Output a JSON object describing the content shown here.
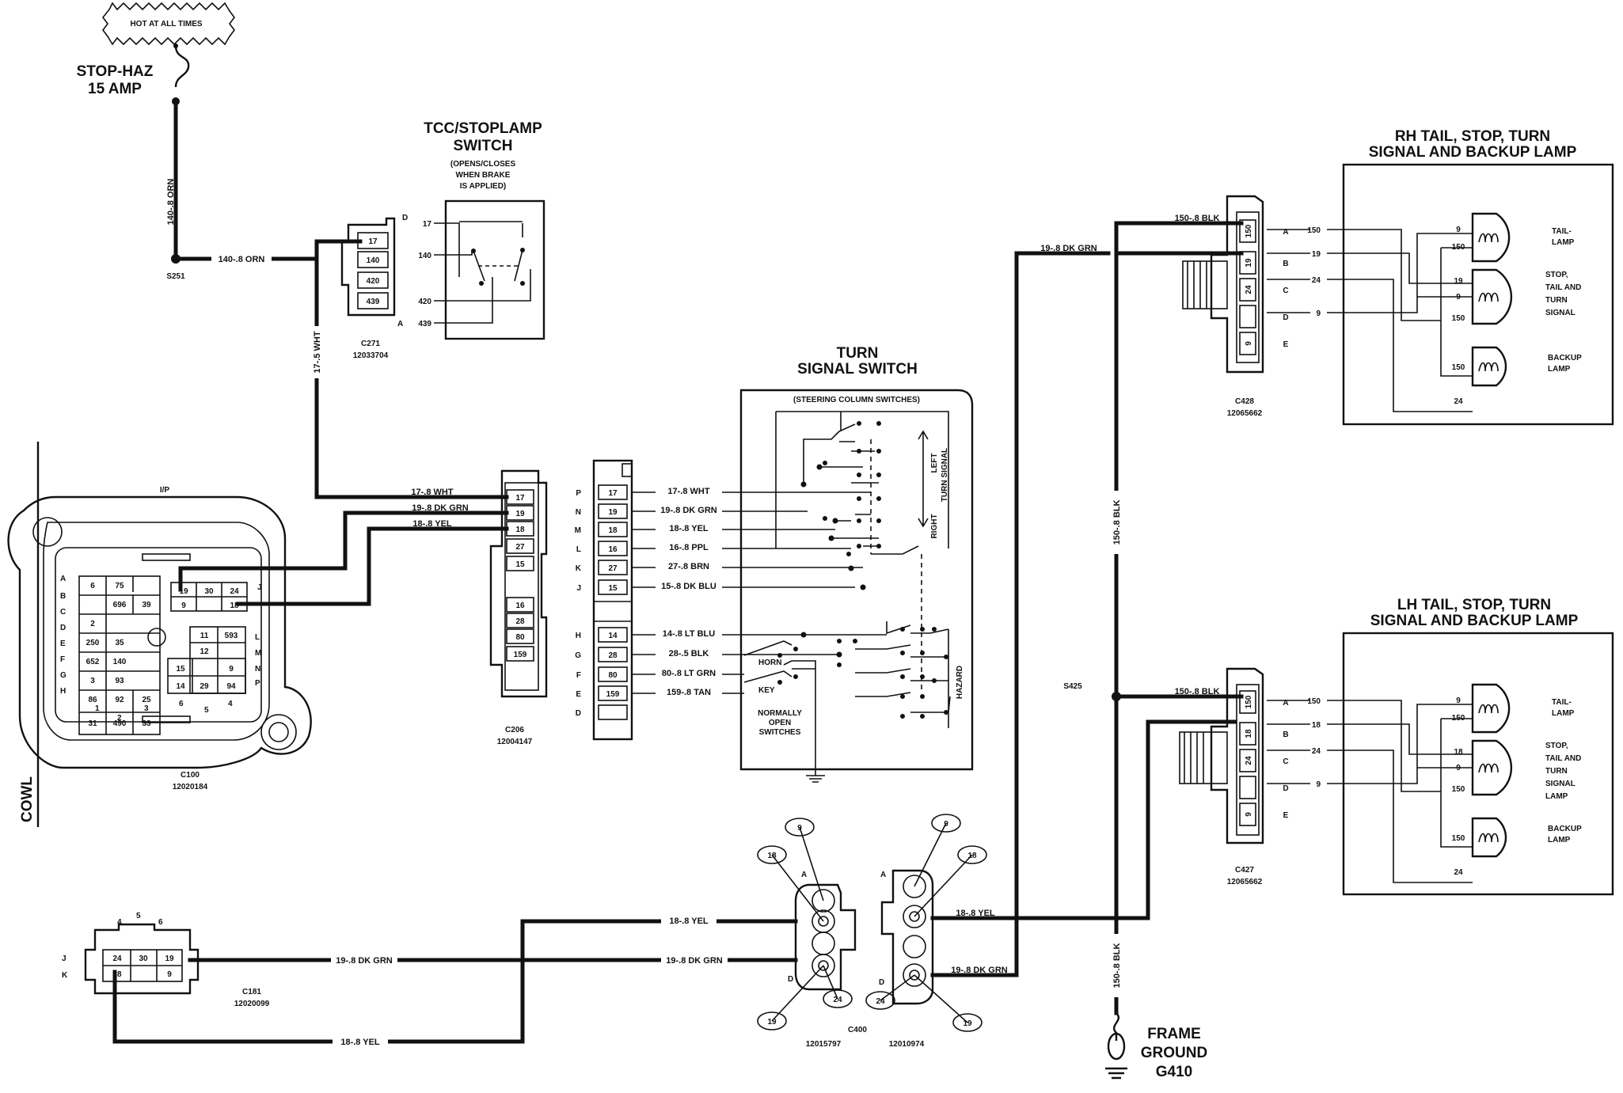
{
  "hot_at_all_times": "HOT AT ALL TIMES",
  "fuse": {
    "name": "STOP-HAZ",
    "rating": "15 AMP"
  },
  "splices": {
    "s251": "S251",
    "s425": "S425"
  },
  "wires": {
    "w140_orn": "140-.8 ORN",
    "w17_wht_vert": "17-.5 WHT",
    "w17_wht": "17-.8 WHT",
    "w19_dkgrn": "19-.8 DK GRN",
    "w18_yel": "18-.8 YEL",
    "w16_ppl": "16-.8 PPL",
    "w27_brn": "27-.8 BRN",
    "w15_dkblu": "15-.8 DK BLU",
    "w14_ltblu": "14-.8 LT BLU",
    "w28_blk": "28-.5 BLK",
    "w80_ltgrn": "80-.8 LT GRN",
    "w159_tan": "159-.8 TAN",
    "w150_blk": "150-.8 BLK"
  },
  "tcc_switch": {
    "title1": "TCC/STOPLAMP",
    "title2": "SWITCH",
    "note1": "(OPENS/CLOSES",
    "note2": "WHEN BRAKE",
    "note3": "IS APPLIED)",
    "pins": [
      "17",
      "140",
      "420",
      "439"
    ],
    "letter_top": "D",
    "letter_bottom": "A"
  },
  "c271": {
    "name": "C271",
    "part": "12033704"
  },
  "c206": {
    "name": "C206",
    "part": "12004147",
    "pins": [
      "17",
      "19",
      "18",
      "27",
      "15",
      "16",
      "28",
      "80",
      "159"
    ]
  },
  "ip": {
    "label": "I/P",
    "cowl": "COWL"
  },
  "c100": {
    "name": "C100",
    "part": "12020184",
    "rows": [
      "A",
      "B",
      "C",
      "D",
      "E",
      "F",
      "G",
      "H"
    ],
    "right_letters": [
      "J",
      "L",
      "M",
      "N",
      "P"
    ],
    "bottom_numbers": [
      "1",
      "2",
      "3",
      "6",
      "5",
      "4"
    ],
    "left_cells": [
      [
        "6",
        "75",
        ""
      ],
      [
        "",
        "696",
        "39"
      ],
      [
        "2",
        "",
        ""
      ],
      [
        "250",
        "35",
        ""
      ],
      [
        "652",
        "140",
        ""
      ],
      [
        "3",
        "93",
        ""
      ],
      [
        "86",
        "92",
        "25"
      ],
      [
        "31",
        "490",
        "33"
      ]
    ],
    "top_right_cells": [
      [
        "19",
        "30",
        "24"
      ],
      [
        "9",
        "",
        "18"
      ]
    ],
    "right_cells": [
      [
        "11",
        "593"
      ],
      [
        "12",
        ""
      ],
      [
        "15",
        "",
        "9"
      ],
      [
        "14",
        "29",
        "94"
      ]
    ]
  },
  "turn_switch": {
    "title1": "TURN",
    "title2": "SIGNAL SWITCH",
    "subtitle": "(STEERING COLUMN SWITCHES)",
    "left": "LEFT",
    "turn_signal": "TURN SIGNAL",
    "right": "RIGHT",
    "hazard": "HAZARD",
    "horn": "HORN",
    "key": "KEY",
    "no1": "NORMALLY",
    "no2": "OPEN",
    "no3": "SWITCHES",
    "pin_letters": [
      "P",
      "N",
      "M",
      "L",
      "K",
      "J",
      "H",
      "G",
      "F",
      "E",
      "D"
    ],
    "pins": [
      "17",
      "19",
      "18",
      "16",
      "27",
      "15",
      "14",
      "28",
      "80",
      "159",
      ""
    ]
  },
  "rh_lamp": {
    "title1": "RH TAIL, STOP, TURN",
    "title2": "SIGNAL AND BACKUP LAMP",
    "tail1": "TAIL-",
    "tail2": "LAMP",
    "stop1": "STOP,",
    "stop2": "TAIL AND",
    "stop3": "TURN",
    "stop4": "SIGNAL",
    "back1": "BACKUP",
    "back2": "LAMP",
    "in_pins": [
      "150",
      "19",
      "24",
      "9"
    ],
    "lamp_pins": [
      "9",
      "150",
      "19",
      "9",
      "150",
      "150",
      "24"
    ]
  },
  "lh_lamp": {
    "title1": "LH TAIL, STOP, TURN",
    "title2": "SIGNAL AND BACKUP LAMP",
    "tail1": "TAIL-",
    "tail2": "LAMP",
    "stop1": "STOP,",
    "stop2": "TAIL AND",
    "stop3": "TURN",
    "stop4": "SIGNAL",
    "stop5": "LAMP",
    "back1": "BACKUP",
    "back2": "LAMP",
    "in_pins": [
      "150",
      "18",
      "24",
      "9"
    ],
    "lamp_pins": [
      "9",
      "150",
      "18",
      "9",
      "150",
      "150",
      "24"
    ]
  },
  "c428": {
    "name": "C428",
    "part": "12065662",
    "pins": [
      "150",
      "19",
      "24",
      "",
      "9"
    ],
    "letters": [
      "A",
      "B",
      "C",
      "D",
      "E"
    ]
  },
  "c427": {
    "name": "C427",
    "part": "12065662",
    "pins": [
      "150",
      "18",
      "24",
      "",
      "9"
    ],
    "letters": [
      "A",
      "B",
      "C",
      "D",
      "E"
    ]
  },
  "c400": {
    "name": "C400",
    "part_left": "12015797",
    "part_right": "12010974",
    "pins": [
      "9",
      "18",
      "19",
      "24"
    ],
    "letters": [
      "A",
      "D"
    ]
  },
  "c181": {
    "name": "C181",
    "part": "12020099",
    "top_numbers": [
      "4",
      "5",
      "6"
    ],
    "cells": [
      "24",
      "30",
      "19",
      "18",
      "",
      "9"
    ],
    "letters": [
      "J",
      "K"
    ]
  },
  "frame_ground": {
    "line1": "FRAME",
    "line2": "GROUND",
    "line3": "G410"
  }
}
